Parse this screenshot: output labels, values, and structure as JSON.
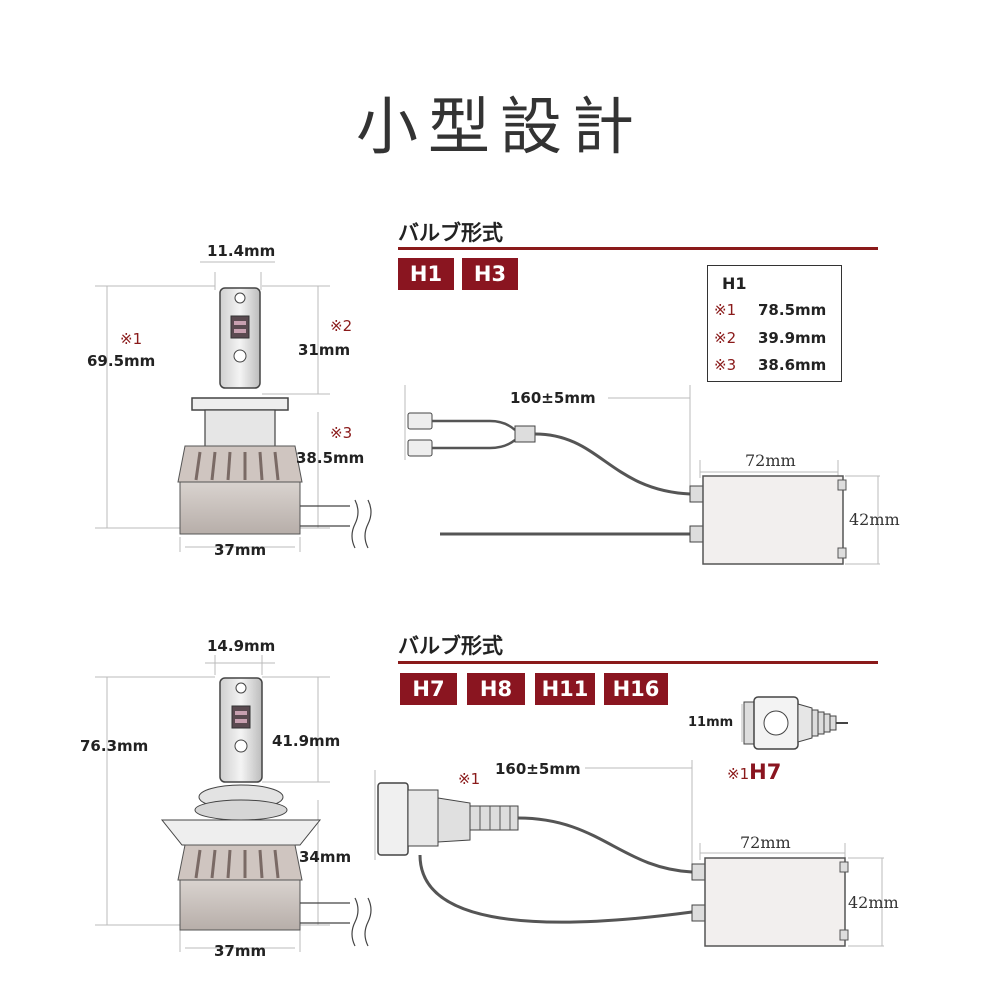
{
  "title": "小型設計",
  "colors": {
    "accent": "#8a1520",
    "text": "#222222"
  },
  "top": {
    "bulb_dims": {
      "top_width": "11.4mm",
      "mark1": "※1",
      "total": "69.5mm",
      "mark2": "※2",
      "upper": "31mm",
      "mark3": "※3",
      "lower": "38.5mm",
      "base_width": "37mm"
    },
    "section_title": "バルブ形式",
    "types": [
      "H1",
      "H3"
    ],
    "spec_box": {
      "heading": "H1",
      "rows": [
        {
          "mark": "※1",
          "value": "78.5mm"
        },
        {
          "mark": "※2",
          "value": "39.9mm"
        },
        {
          "mark": "※3",
          "value": "38.6mm"
        }
      ]
    },
    "cable_length": "160±5mm",
    "box_width": "72mm",
    "box_height": "42mm"
  },
  "bottom": {
    "bulb_dims": {
      "top_width": "14.9mm",
      "total": "76.3mm",
      "upper": "41.9mm",
      "lower": "34mm",
      "base_width": "37mm"
    },
    "section_title": "バルブ形式",
    "types": [
      "H7",
      "H8",
      "H11",
      "H16"
    ],
    "connector_mark": "※1",
    "cable_length": "160±5mm",
    "h7_pin": "11mm",
    "h7_note_mark": "※1",
    "h7_note_label": "H7",
    "box_width": "72mm",
    "box_height": "42mm"
  }
}
